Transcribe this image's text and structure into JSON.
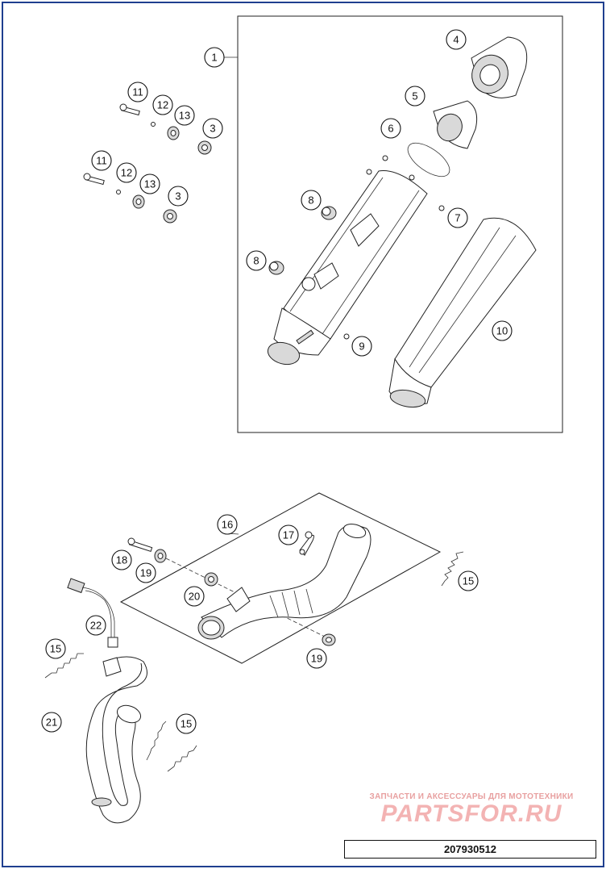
{
  "diagram": {
    "callouts": [
      "1",
      "3",
      "3",
      "4",
      "5",
      "6",
      "7",
      "8",
      "8",
      "9",
      "10",
      "11",
      "11",
      "12",
      "12",
      "13",
      "13",
      "15",
      "15",
      "15",
      "16",
      "17",
      "18",
      "19",
      "19",
      "20",
      "21",
      "22"
    ]
  },
  "watermark": {
    "tagline": "ЗАПЧАСТИ И АКСЕССУАРЫ ДЛЯ МОТОТЕХНИКИ",
    "logo": "PARTSFOR.RU"
  },
  "footer": {
    "document_number": "207930512"
  },
  "colors": {
    "outer_border": "#1f3f8f",
    "watermark": "#f3b3b3",
    "line": "#222222"
  }
}
